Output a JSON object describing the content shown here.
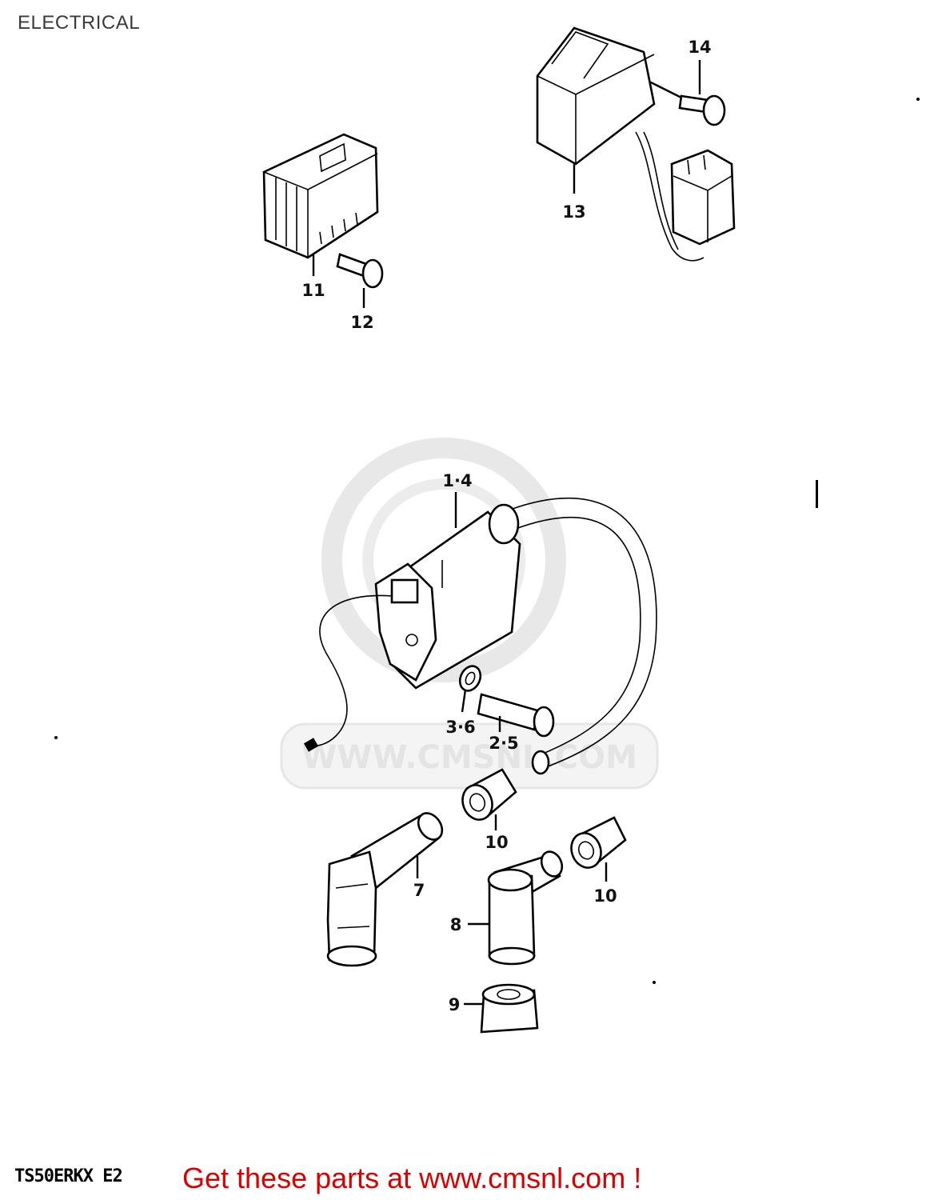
{
  "page_title": "ELECTRICAL",
  "model_code": "TS50ERKX E2",
  "footer_cta": "Get these parts at www.cmsnl.com !",
  "watermark_text": "WWW.CMSNL.COM",
  "callouts": {
    "c14": "14",
    "c13": "13",
    "c11": "11",
    "c12": "12",
    "c1_4": "1·4",
    "c3_6": "3·6",
    "c2_5": "2·5",
    "c10a": "10",
    "c10b": "10",
    "c7": "7",
    "c8": "8",
    "c9": "9"
  },
  "colors": {
    "cta": "#d80000",
    "watermark": "#cfcfcf",
    "ink": "#000000"
  }
}
